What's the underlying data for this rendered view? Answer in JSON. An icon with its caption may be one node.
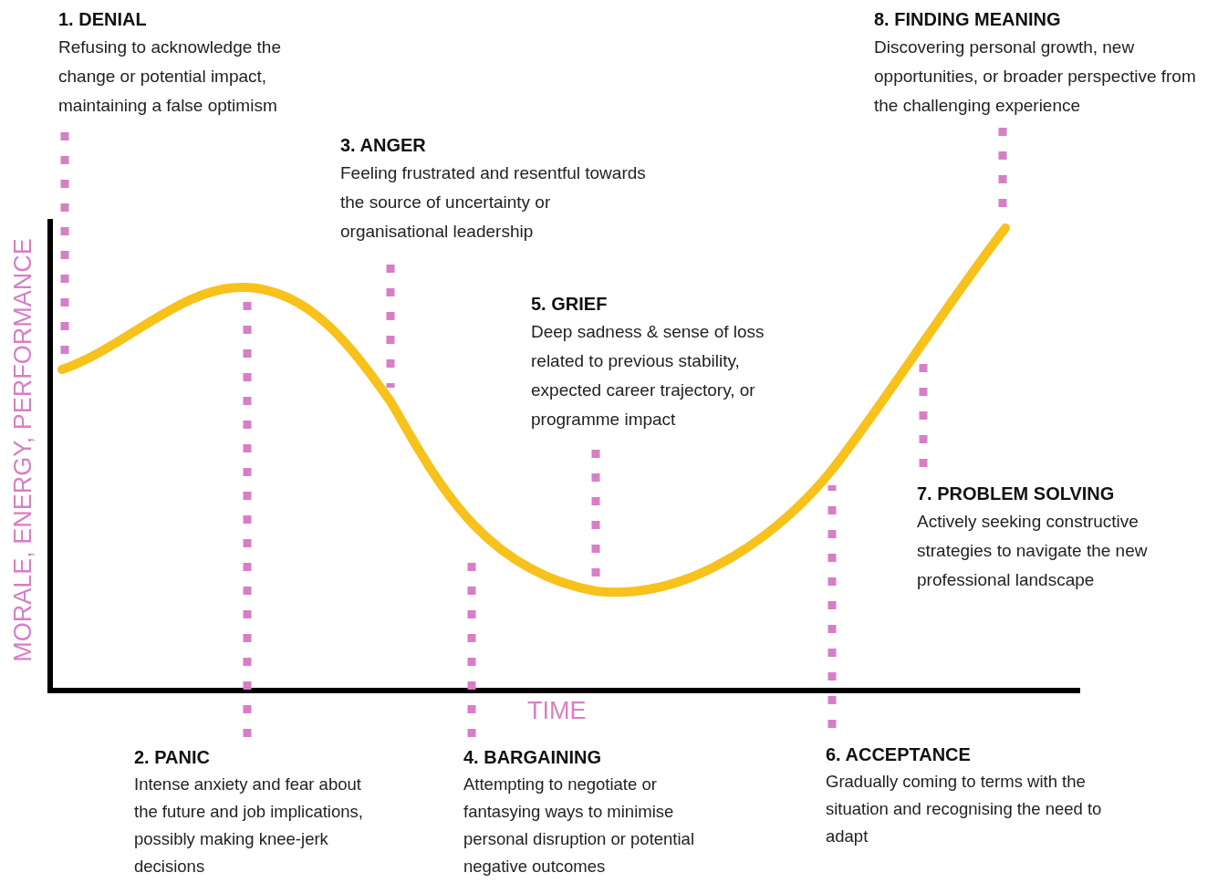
{
  "diagram": {
    "nodes": [
      {
        "text": [
          "1. DENIAL",
          "Refusing to acknowledge the change or potential impact, maintaining a false optimism"
        ]
      },
      {
        "text": [
          "2. PANIC",
          "Intense anxiety and fear about the future and job implications, possibly making knee-jerk decisions"
        ]
      },
      {
        "text": [
          "3. ANGER",
          "Feeling frustrated and resentful towards the source of uncertainty or organisational leadership"
        ]
      },
      {
        "text": [
          "4. BARGAINING",
          "Attempting to negotiate or fantasying ways to minimise personal disruption or potential negative outcomes"
        ]
      },
      {
        "text": [
          "5. GRIEF",
          "Deep sadness & sense of loss related to previous stability, expected career trajectory, or programme impact"
        ]
      },
      {
        "text": [
          "6. ACCEPTANCE",
          "Gradually coming to terms with the situation and recognising the need to adapt"
        ]
      },
      {
        "text": [
          "7. PROBLEM SOLVING",
          "Actively seeking constructive strategies to navigate the new professional landscape"
        ]
      },
      {
        "text": [
          "8. FINDING MEANING",
          "Discovering personal growth, new opportunities, or broader perspective from the challenging experience"
        ]
      }
    ],
    "edges": [
      {
        "from": 0,
        "to": null,
        "arrow": "none",
        "style": "dashed"
      },
      {
        "from": 1,
        "to": null,
        "arrow": "none",
        "style": "dashed"
      },
      {
        "from": 2,
        "to": null,
        "arrow": "none",
        "style": "dashed"
      },
      {
        "from": 3,
        "to": null,
        "arrow": "none",
        "style": "dashed"
      },
      {
        "from": 4,
        "to": null,
        "arrow": "none",
        "style": "dashed"
      },
      {
        "from": 5,
        "to": null,
        "arrow": "none",
        "style": "dashed"
      },
      {
        "from": 6,
        "to": null,
        "arrow": "none",
        "style": "dashed"
      },
      {
        "from": 7,
        "to": null,
        "arrow": "none",
        "style": "dashed"
      }
    ],
    "labels": [
      "MORALE, ENERGY, PERFORMANCE",
      "TIME"
    ]
  }
}
